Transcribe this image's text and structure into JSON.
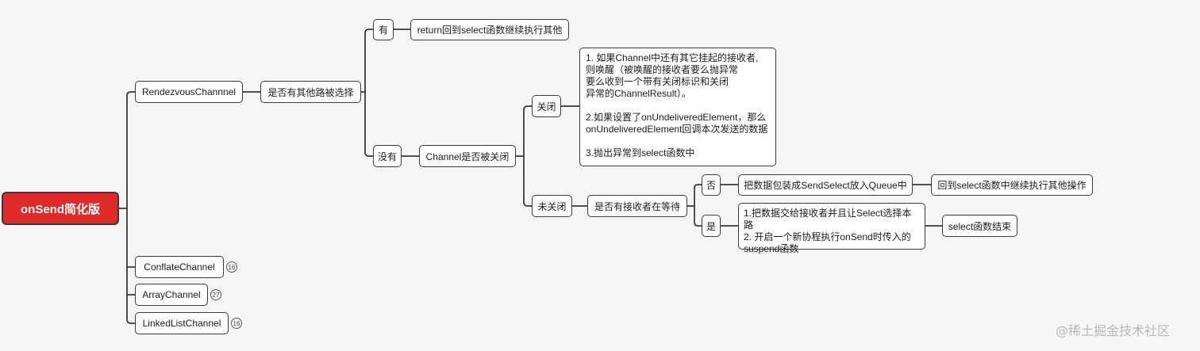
{
  "root": {
    "label": "onSend简化版"
  },
  "branches": {
    "rendezvous": "RendezvousChannnel",
    "conflate": {
      "label": "ConflateChannel",
      "count": "16"
    },
    "array": {
      "label": "ArrayChannel",
      "count": "27"
    },
    "linked": {
      "label": "LinkedListChannel",
      "count": "16"
    }
  },
  "nodes": {
    "q_other_path": "是否有其他路被选择",
    "yes_path": "有",
    "return_select": "return回到select函数继续执行其他",
    "no_path": "没有",
    "q_channel_closed": "Channel是否被关闭",
    "closed": "关闭",
    "closed_detail": "1. 如果Channel中还有其它挂起的接收者,\n则唤醒（被唤醒的接收者要么抛异常\n要么收到一个带有关闭标识和关闭\n异常的ChannelResult）。\n\n2.如果设置了onUndeliveredElement，那么\nonUndeliveredElement回调本次发送的数据\n\n3.抛出异常到select函数中",
    "not_closed": "未关闭",
    "q_receiver_waiting": "是否有接收者在等待",
    "no_receiver": "否",
    "package_sendselect": "把数据包装成SendSelect放入Queue中",
    "back_to_select": "回到select函数中继续执行其他操作",
    "yes_receiver": "是",
    "deliver_data": "1.把数据交给接收者并且让Select选择本路\n2. 开启一个新协程执行onSend时传入的\nsuspend函数",
    "select_end": "select函数结束"
  },
  "watermark": "@稀土掘金技术社区",
  "colors": {
    "root_fill": "#e02929",
    "line": "#3a3a3a",
    "node_fill": "#ffffff"
  }
}
